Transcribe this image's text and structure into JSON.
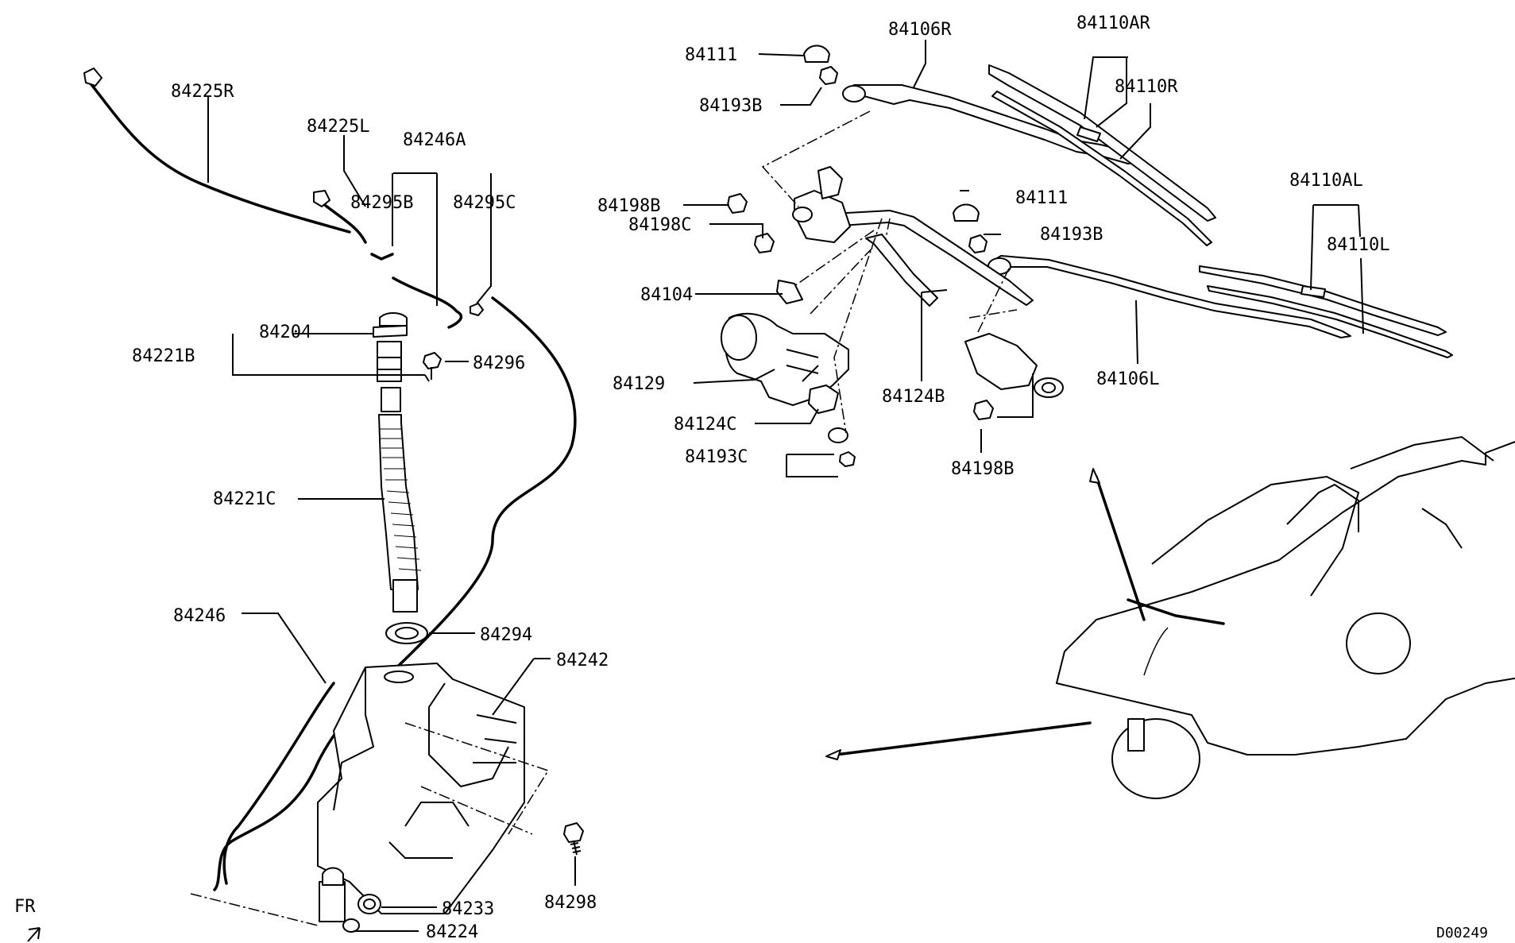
{
  "diagram": {
    "labels": {
      "p84225R": "84225R",
      "p84225L": "84225L",
      "p84246A": "84246A",
      "p84295B": "84295B",
      "p84295C": "84295C",
      "p84204": "84204",
      "p84221B": "84221B",
      "p84296": "84296",
      "p84221C": "84221C",
      "p84246": "84246",
      "p84294": "84294",
      "p84242": "84242",
      "p84233": "84233",
      "p84224": "84224",
      "p84298": "84298",
      "p84111_top": "84111",
      "p84193B_top": "84193B",
      "p84106R": "84106R",
      "p84110AR": "84110AR",
      "p84110R": "84110R",
      "p84198B_left": "84198B",
      "p84198C": "84198C",
      "p84104": "84104",
      "p84129": "84129",
      "p84124C": "84124C",
      "p84193C": "84193C",
      "p84124B": "84124B",
      "p84111_mid": "84111",
      "p84193B_mid": "84193B",
      "p84198B_right": "84198B",
      "p84106L": "84106L",
      "p84110AL": "84110AL",
      "p84110L": "84110L"
    },
    "fr_marker": "FR",
    "drawing_code": "D00249"
  }
}
